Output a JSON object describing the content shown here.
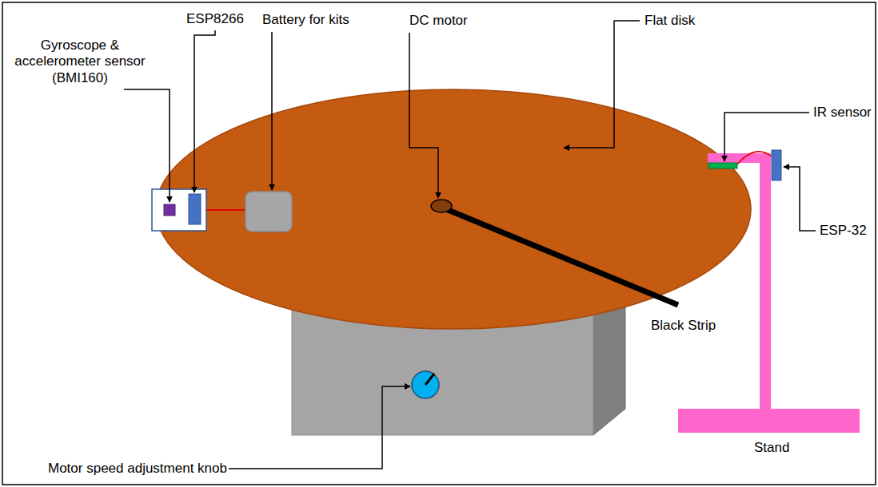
{
  "diagram": {
    "labels": [
      "Gyroscope & accelerometer sensor (BMI160)",
      "ESP8266",
      "Battery for kits",
      "DC motor",
      "Flat disk",
      "IR sensor",
      "ESP-32",
      "Black Strip",
      "Motor speed adjustment knob",
      "Stand"
    ]
  }
}
